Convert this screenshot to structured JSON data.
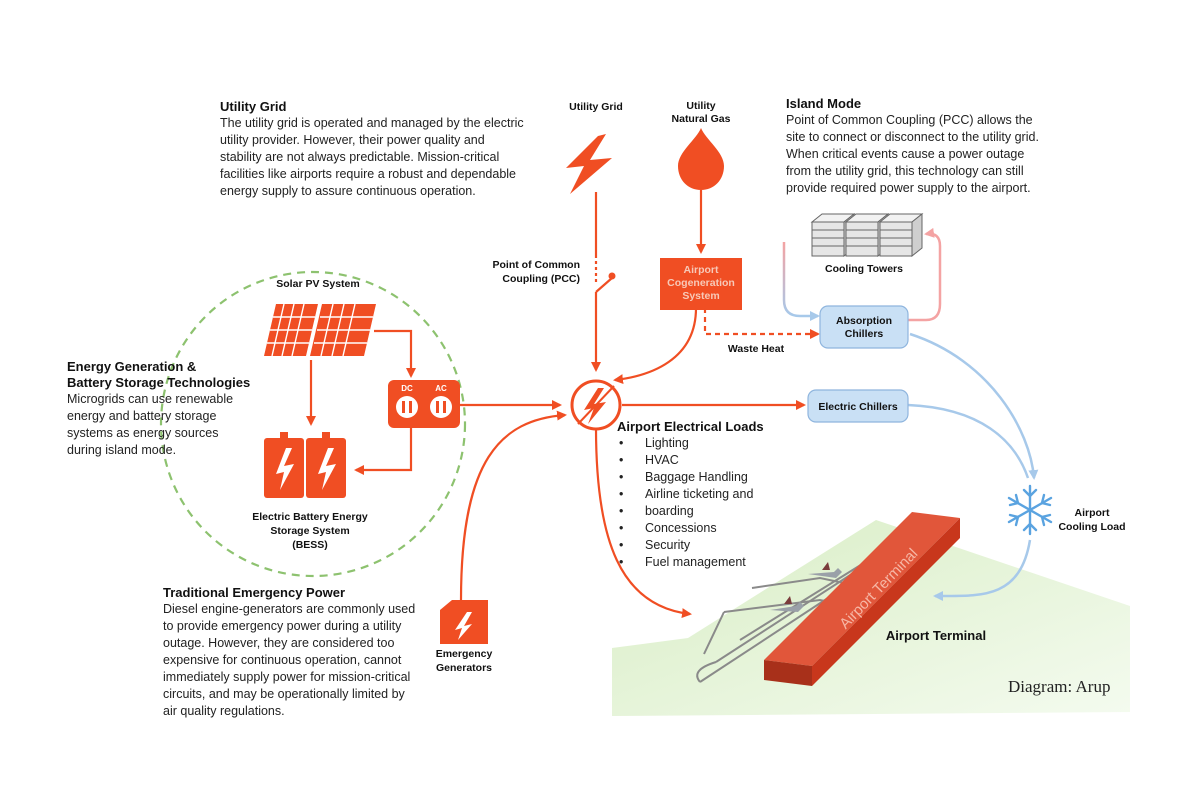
{
  "colors": {
    "accent": "#f04e23",
    "blue": "#a7c9ea",
    "green": "#8dc26f",
    "pink": "#f4a3a3",
    "terminal": "#c8371c"
  },
  "utility_grid_text": {
    "heading": "Utility Grid",
    "lines": [
      "The utility grid is operated and managed by the electric",
      "utility provider. However, their power quality and",
      "stability are not always predictable. Mission-critical",
      "facilities like airports require a robust and dependable",
      "energy supply to assure continuous operation."
    ]
  },
  "island_mode_text": {
    "heading": "Island Mode",
    "lines": [
      "Point of Common Coupling (PCC) allows the",
      "site to connect or disconnect to the utility grid.",
      "When critical events cause a power outage",
      "from the utility grid, this technology can still",
      "provide required power supply to the airport."
    ]
  },
  "energy_gen_text": {
    "heading_lines": [
      "Energy Generation &",
      "Battery Storage Technologies"
    ],
    "lines": [
      "Microgrids can use renewable",
      "energy and battery storage",
      "systems as energy sources",
      "during island mode."
    ]
  },
  "emergency_text": {
    "heading": "Traditional Emergency Power",
    "lines": [
      "Diesel engine-generators are commonly used",
      "to provide emergency power during a utility",
      "outage. However, they are considered too",
      "expensive for continuous operation, cannot",
      "immediately supply power for mission-critical",
      "circuits, and may be operationally limited by",
      "air quality regulations."
    ]
  },
  "loads": {
    "heading": "Airport Electrical Loads",
    "items": [
      "Lighting",
      "HVAC",
      "Baggage Handling",
      "Airline ticketing and",
      "boarding",
      "Concessions",
      "Security",
      "Fuel management"
    ]
  },
  "labels": {
    "utility_grid": "Utility Grid",
    "natural_gas": [
      "Utility",
      "Natural Gas"
    ],
    "pcc": [
      "Point of Common",
      "Coupling (PCC)"
    ],
    "cogeneration": [
      "Airport",
      "Cogeneration",
      "System"
    ],
    "waste_heat": "Waste Heat",
    "cooling_towers": "Cooling Towers",
    "absorption": [
      "Absorption",
      "Chillers"
    ],
    "electric_chillers": "Electric Chillers",
    "cooling_load": [
      "Airport",
      "Cooling Load"
    ],
    "solar": "Solar PV System",
    "bess": [
      "Electric Battery Energy",
      "Storage System",
      "(BESS)"
    ],
    "inverter_dc": "DC",
    "inverter_ac": "AC",
    "emergency_generators": [
      "Emergency",
      "Generators"
    ],
    "airport_terminal": "Airport Terminal",
    "terminal_roof": "Airport Terminal",
    "credit": "Diagram: Arup"
  }
}
